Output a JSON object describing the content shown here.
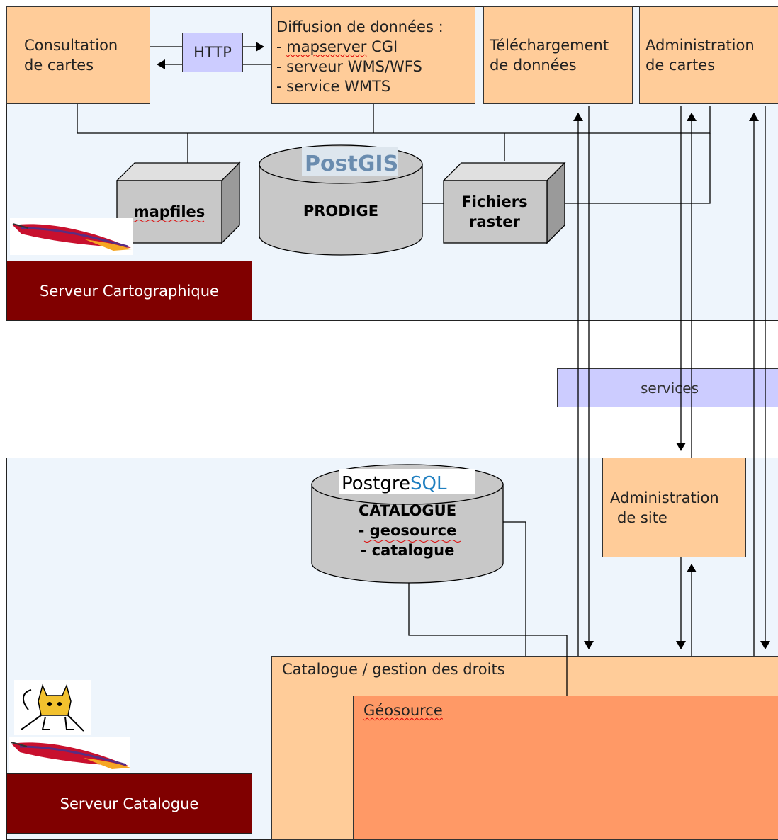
{
  "top_server": {
    "label": "Serveur Cartographique",
    "consultation": [
      "Consultation",
      "de cartes"
    ],
    "http": "HTTP",
    "diffusion": [
      "Diffusion de données :",
      "- mapserver CGI",
      "- serveur WMS/WFS",
      "- service WMTS"
    ],
    "telechargement": [
      "Téléchargement",
      "de données"
    ],
    "administration_cartes": [
      "Administration",
      "de cartes"
    ],
    "postgis_logo": "PostGIS",
    "prodige": "PRODIGE",
    "mapfiles": "mapfiles",
    "fichiers_raster": [
      "Fichiers",
      "raster"
    ]
  },
  "middle": {
    "services": "services"
  },
  "bottom_server": {
    "label": "Serveur Catalogue",
    "postgresql_logo": {
      "part1": "Postgre",
      "part2": "SQL"
    },
    "catalogue_db": [
      "CATALOGUE",
      "- geosource",
      "- catalogue"
    ],
    "administration_site": [
      "Administration",
      "de site"
    ],
    "catalogue_gestion": "Catalogue / gestion des droits",
    "geosource": "Géosource"
  },
  "colors": {
    "zone_bg": "#eef5fc",
    "orange_box": "#ffcc99",
    "geosource_box": "#ff9966",
    "purple_box": "#ccccff",
    "server_label_bg": "#800000",
    "db_gray": "#c8c8c8"
  }
}
